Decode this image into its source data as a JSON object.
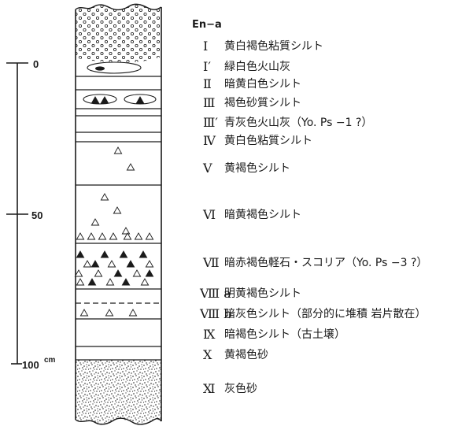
{
  "diagram": {
    "tephra_marker": "En−a",
    "depth_scale": {
      "top": "0",
      "middle": "50",
      "bottom": "100",
      "unit": "cm"
    },
    "layers": [
      {
        "numeral": "Ⅰ",
        "description": "黄白褐色粘質シルト"
      },
      {
        "numeral": "Ⅰ′",
        "description": "緑白色火山灰"
      },
      {
        "numeral": "Ⅱ",
        "description": "暗黄白色シルト"
      },
      {
        "numeral": "Ⅲ",
        "description": "褐色砂質シルト"
      },
      {
        "numeral": "Ⅲ′",
        "description": "青灰色火山灰（Yo. Ps −1 ?）"
      },
      {
        "numeral": "Ⅳ",
        "description": "黄白色粘質シルト"
      },
      {
        "numeral": "Ⅴ",
        "description": "黄褐色シルト"
      },
      {
        "numeral": "Ⅵ",
        "description": "暗黄褐色シルト"
      },
      {
        "numeral": "Ⅶ",
        "description": "暗赤褐色軽石・スコリア（Yo. Ps −3 ?）"
      },
      {
        "numeral": "Ⅷ a",
        "description": "明黄褐色シルト"
      },
      {
        "numeral": "Ⅷ b",
        "description": "暗灰色シルト（部分的に堆積 岩片散在）"
      },
      {
        "numeral": "Ⅸ",
        "description": "暗褐色シルト（古土壌）"
      },
      {
        "numeral": "Ⅹ",
        "description": "黄褐色砂"
      },
      {
        "numeral": "Ⅺ",
        "description": "灰色砂"
      }
    ],
    "ink_color": "#1a1a1a"
  }
}
